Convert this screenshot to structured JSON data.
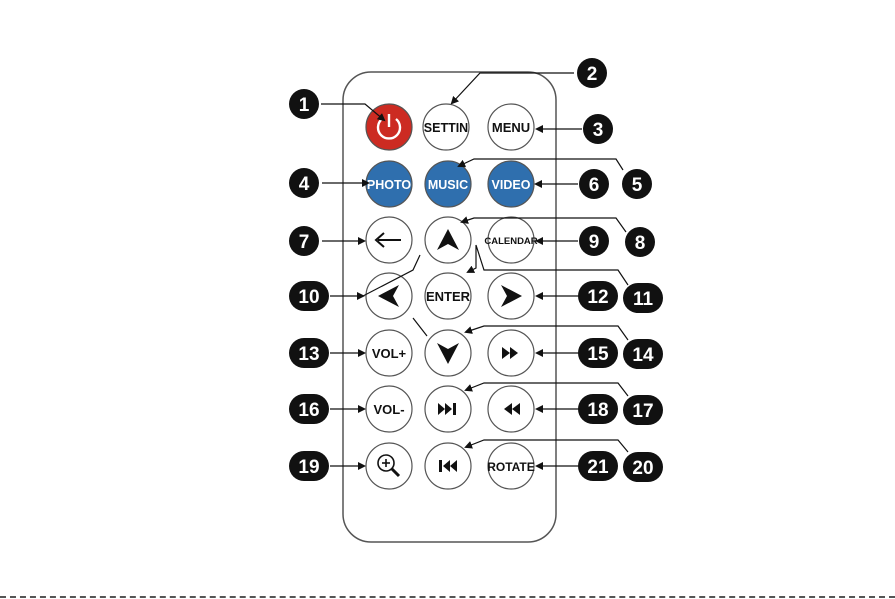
{
  "colors": {
    "outline": "#555555",
    "power": "#cc2b22",
    "blue": "#2f6fae",
    "black": "#111111"
  },
  "buttons": {
    "power": {
      "label": "",
      "icon": "power-icon"
    },
    "setting": {
      "label": "SETTIN"
    },
    "menu": {
      "label": "MENU"
    },
    "photo": {
      "label": "PHOTO"
    },
    "music": {
      "label": "MUSIC"
    },
    "video": {
      "label": "VIDEO"
    },
    "back": {
      "label": "",
      "icon": "back-arrow-icon"
    },
    "up": {
      "label": "",
      "icon": "chevron-up-icon"
    },
    "calendar": {
      "label": "CALENDAR"
    },
    "left": {
      "label": "",
      "icon": "chevron-left-icon"
    },
    "enter": {
      "label": "ENTER"
    },
    "right": {
      "label": "",
      "icon": "chevron-right-icon"
    },
    "vol_plus": {
      "label": "VOL+"
    },
    "down": {
      "label": "",
      "icon": "chevron-down-icon"
    },
    "fast_forward": {
      "label": "",
      "icon": "fast-forward-icon"
    },
    "vol_minus": {
      "label": "VOL-"
    },
    "next": {
      "label": "",
      "icon": "skip-next-icon"
    },
    "rewind": {
      "label": "",
      "icon": "rewind-icon"
    },
    "zoom": {
      "label": "",
      "icon": "zoom-in-icon"
    },
    "previous": {
      "label": "",
      "icon": "skip-previous-icon"
    },
    "rotate": {
      "label": "ROTATE"
    }
  },
  "callouts": {
    "c1": "1",
    "c2": "2",
    "c3": "3",
    "c4": "4",
    "c5": "5",
    "c6": "6",
    "c7": "7",
    "c8": "8",
    "c9": "9",
    "c10": "10",
    "c11": "11",
    "c12": "12",
    "c13": "13",
    "c14": "14",
    "c15": "15",
    "c16": "16",
    "c17": "17",
    "c18": "18",
    "c19": "19",
    "c20": "20",
    "c21": "21"
  }
}
